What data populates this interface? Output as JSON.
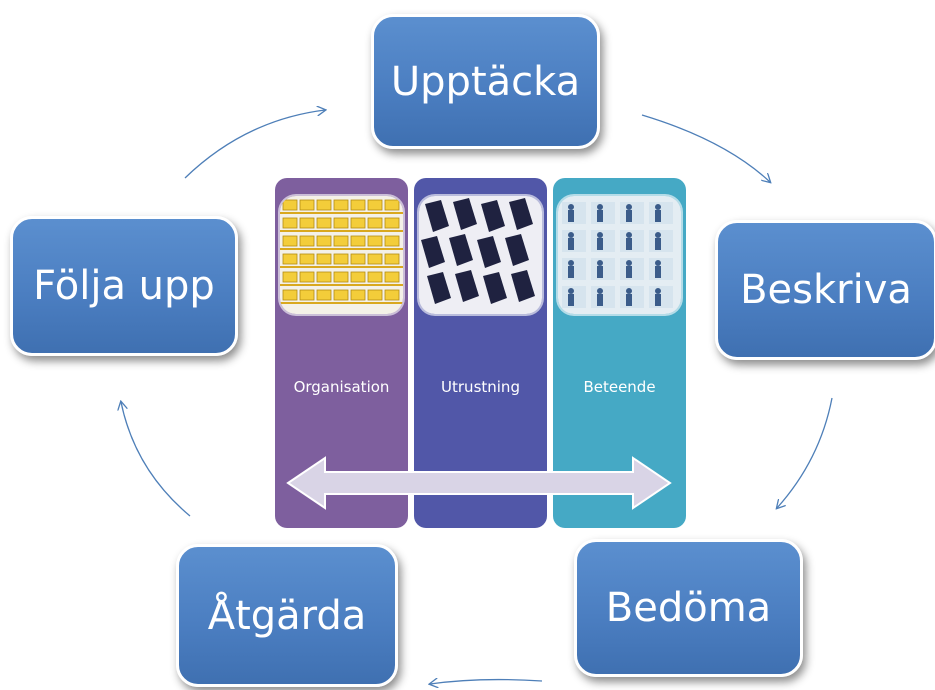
{
  "cycle": {
    "steps": [
      {
        "label": "Upptäcka"
      },
      {
        "label": "Beskriva"
      },
      {
        "label": "Bedöma"
      },
      {
        "label": "Åtgärda"
      },
      {
        "label": "Följa upp"
      }
    ]
  },
  "columns": [
    {
      "label": "Organisation",
      "color": "#7e5f9e",
      "tile": "folders"
    },
    {
      "label": "Utrustning",
      "color": "#5157a8",
      "tile": "gears"
    },
    {
      "label": "Beteende",
      "color": "#45a9c5",
      "tile": "person-figures"
    }
  ],
  "colors": {
    "box": "#4a7dc0",
    "cycle_arrow": "#4e7fb8",
    "double_arrow": "#d9d4e6"
  }
}
